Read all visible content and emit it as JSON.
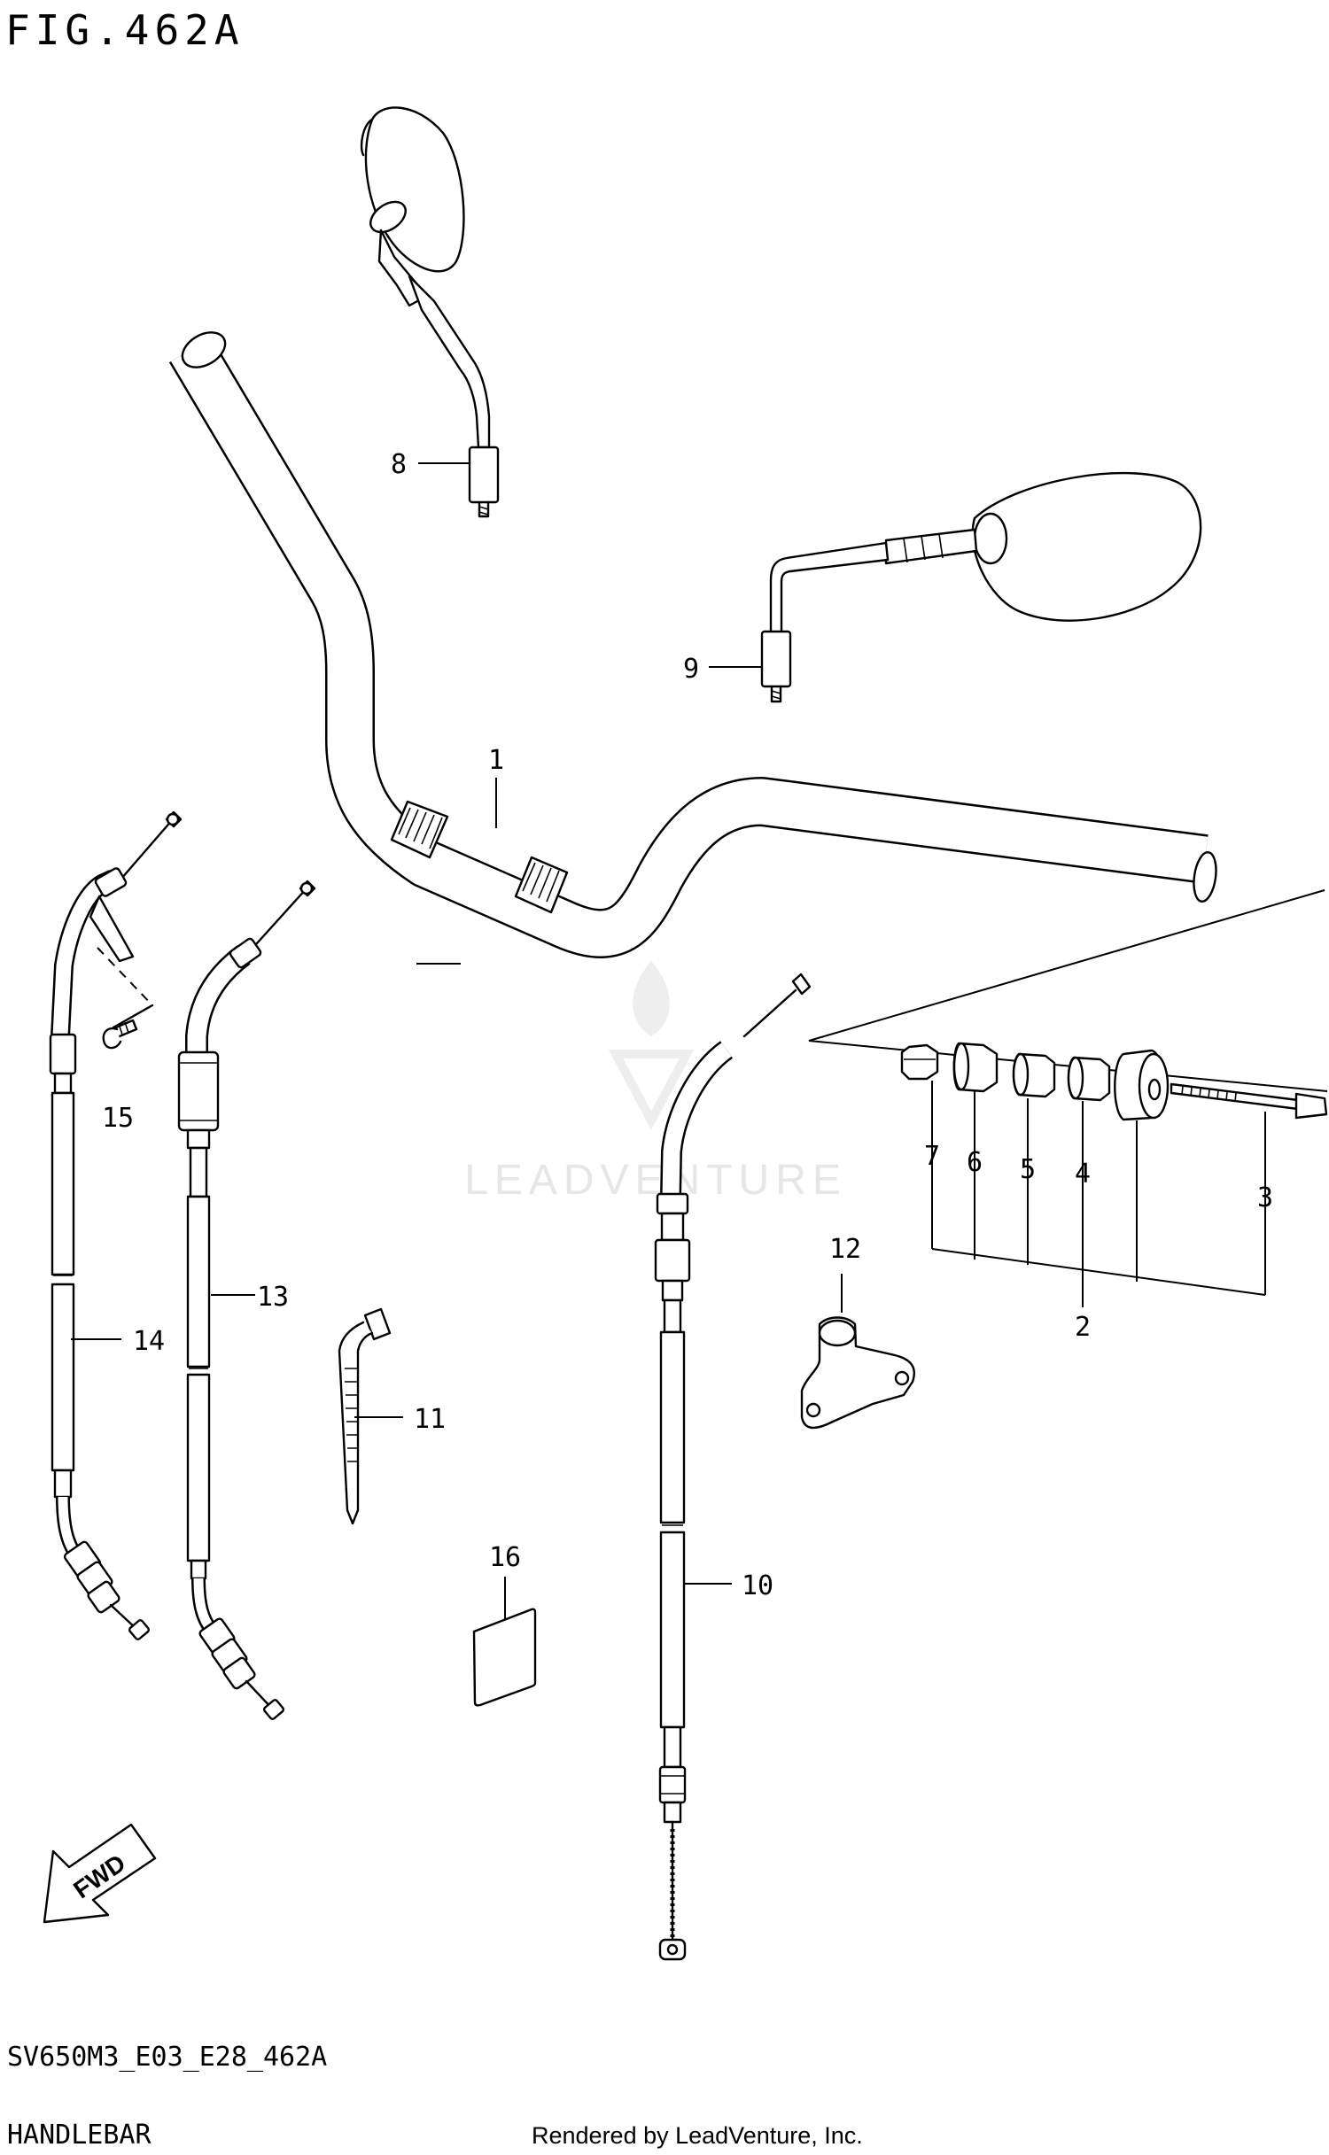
{
  "figure": {
    "title": "FIG.462A",
    "model_code": "SV650M3_E03_E28_462A",
    "section_name": "HANDLEBAR",
    "credit": "Rendered by LeadVenture, Inc.",
    "watermark": "LEADVENTURE",
    "fwd_label": "FWD"
  },
  "callouts": [
    "1",
    "2",
    "3",
    "4",
    "5",
    "6",
    "7",
    "8",
    "9",
    "10",
    "11",
    "12",
    "13",
    "14",
    "15",
    "16"
  ],
  "parts": [
    {
      "ref": "1",
      "shape": "handlebar"
    },
    {
      "ref": "2",
      "shape": "balancer-weight-set"
    },
    {
      "ref": "3",
      "shape": "bolt"
    },
    {
      "ref": "4",
      "shape": "spacer"
    },
    {
      "ref": "5",
      "shape": "spacer"
    },
    {
      "ref": "6",
      "shape": "spacer"
    },
    {
      "ref": "7",
      "shape": "nut"
    },
    {
      "ref": "8",
      "shape": "mirror-left"
    },
    {
      "ref": "9",
      "shape": "mirror-right"
    },
    {
      "ref": "10",
      "shape": "clutch-cable"
    },
    {
      "ref": "11",
      "shape": "cable-tie"
    },
    {
      "ref": "12",
      "shape": "holder-bracket"
    },
    {
      "ref": "13",
      "shape": "throttle-cable"
    },
    {
      "ref": "14",
      "shape": "throttle-cable"
    },
    {
      "ref": "15",
      "shape": "screw"
    },
    {
      "ref": "16",
      "shape": "label"
    }
  ],
  "colors": {
    "line": "#000000",
    "background": "#ffffff",
    "watermark": "#e6e6e6"
  }
}
